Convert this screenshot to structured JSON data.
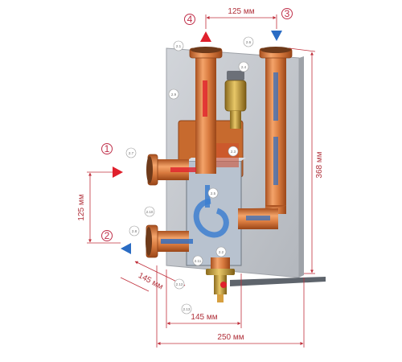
{
  "colors": {
    "dimension": "#c0303c",
    "copper": "#d7783e",
    "copper_dark": "#a24a1f",
    "plate": "#c3c6cc",
    "hot_arrow": "#e0202c",
    "cold_arrow": "#2a6cc4"
  },
  "ports": [
    {
      "number": "1",
      "arrow": "hot-in"
    },
    {
      "number": "2",
      "arrow": "cold-out"
    },
    {
      "number": "3",
      "arrow": "cold-in"
    },
    {
      "number": "4",
      "arrow": "hot-out"
    }
  ],
  "dimensions": {
    "top_spacing": "125 мм",
    "left_spacing": "125 мм",
    "height": "368 мм",
    "depth": "145 мм",
    "bottom_spacing": "145 мм",
    "width": "250 мм"
  },
  "callouts": [
    "2.1",
    "2.6",
    "2.4",
    "2.9",
    "2.7",
    "2.3",
    "2.8",
    "2.10",
    "2.5",
    "2.2",
    "2.11",
    "2.12",
    "2.13"
  ]
}
